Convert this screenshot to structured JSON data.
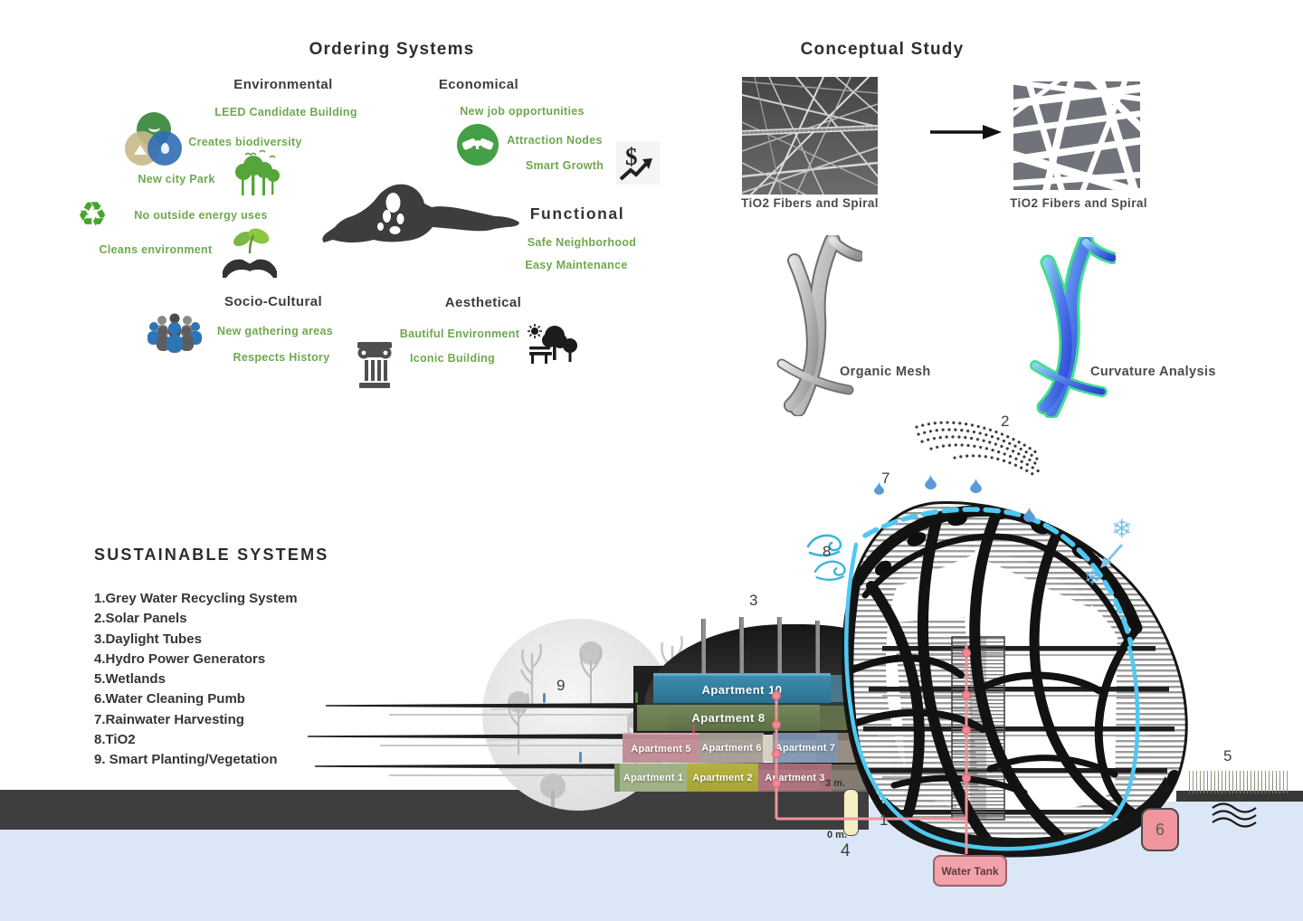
{
  "ordering": {
    "title": "Ordering Systems",
    "environmental": {
      "label": "Environmental",
      "items": [
        "LEED Candidate Building",
        "Creates biodiversity",
        "New city Park",
        "No outside energy uses",
        "Cleans environment"
      ]
    },
    "economical": {
      "label": "Economical",
      "items": [
        "New job opportunities",
        "Attraction Nodes",
        "Smart Growth"
      ]
    },
    "functional": {
      "label": "Functional",
      "items": [
        "Safe Neighborhood",
        "Easy Maintenance"
      ]
    },
    "socio": {
      "label": "Socio-Cultural",
      "items": [
        "New gathering areas",
        "Respects History"
      ]
    },
    "aesthetical": {
      "label": "Aesthetical",
      "items": [
        "Bautiful Environment",
        "Iconic Building"
      ]
    }
  },
  "conceptual": {
    "title": "Conceptual Study",
    "fiber_label_left": "TiO2 Fibers and Spiral",
    "fiber_label_right": "TiO2 Fibers and Spiral",
    "organic_mesh_label": "Organic Mesh",
    "curvature_label": "Curvature Analysis"
  },
  "sustainable": {
    "title": "SUSTAINABLE SYSTEMS",
    "items": [
      "1.Grey Water Recycling System",
      "2.Solar Panels",
      "3.Daylight Tubes",
      "4.Hydro Power Generators",
      "5.Wetlands",
      "6.Water Cleaning Pumb",
      "7.Rainwater Harvesting",
      "8.TiO2",
      "9. Smart Planting/Vegetation"
    ]
  },
  "section": {
    "apartments": [
      "Apartment 10",
      "Apartment 8",
      "Apartment 5",
      "Apartment 6",
      "Apartment 7",
      "Apartment 1",
      "Apartment 2",
      "Apartment 3"
    ],
    "water_tank": "Water Tank",
    "scale": {
      "top": "3 m.",
      "bottom": "0 m."
    },
    "markers": {
      "grey_water": "1",
      "solar": "2",
      "daylight": "3",
      "hydro": "4",
      "wetlands": "5",
      "pump": "6",
      "rain": "7",
      "tio2": "8",
      "planting": "9"
    },
    "recycle_glyph": "♻",
    "snow_glyph": "❄"
  },
  "colors": {
    "green_text": "#6fa84e",
    "cyan_line": "#4ec9f2",
    "pipe_pink": "#f0939d",
    "water": "#dbe7f6",
    "ground": "#3e3e3e",
    "apartment_teal": "#2a7294"
  }
}
